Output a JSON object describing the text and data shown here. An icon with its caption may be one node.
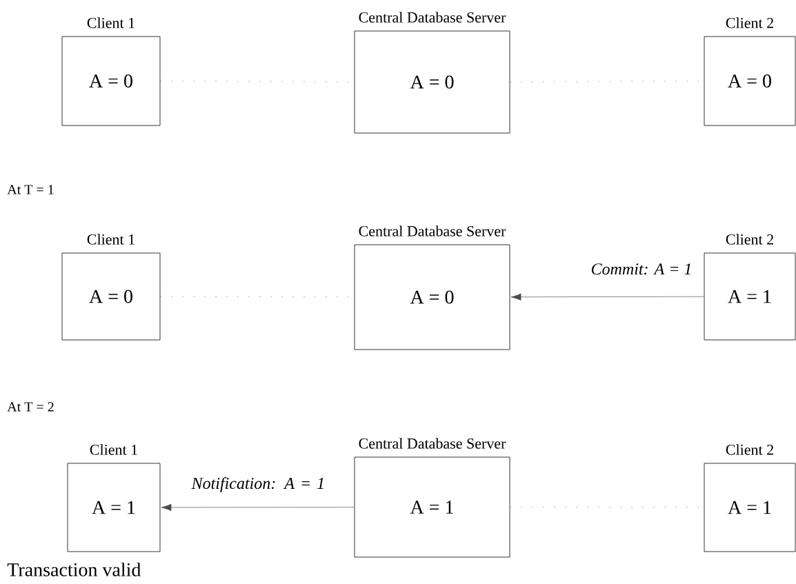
{
  "diagram": {
    "nodes": [
      {
        "text": [
          "Client 1",
          "A = 0"
        ]
      },
      {
        "text": [
          "Central Database Server",
          "A = 0"
        ]
      },
      {
        "text": [
          "Client 2",
          "A = 0"
        ]
      },
      {
        "text": [
          "Client 1",
          "A = 0"
        ]
      },
      {
        "text": [
          "Central Database Server",
          "A = 0"
        ]
      },
      {
        "text": [
          "Client 2",
          "A = 1"
        ]
      },
      {
        "text": [
          "Client 1",
          "A = 1"
        ]
      },
      {
        "text": [
          "Central Database Server",
          "A = 1"
        ]
      },
      {
        "text": [
          "Client 2",
          "A = 1"
        ]
      }
    ],
    "edges": [
      {
        "from": 0,
        "to": 1,
        "arrow": "none",
        "style": "dashed"
      },
      {
        "from": 1,
        "to": 2,
        "arrow": "none",
        "style": "dashed"
      },
      {
        "from": 3,
        "to": 4,
        "arrow": "none",
        "style": "dashed"
      },
      {
        "from": 5,
        "to": 4,
        "arrow": "to",
        "label": "Commit: A = 1"
      },
      {
        "from": 7,
        "to": 6,
        "arrow": "to",
        "label": "Notification: A = 1"
      },
      {
        "from": 7,
        "to": 8,
        "arrow": "none",
        "style": "dashed"
      }
    ],
    "labels": [
      "At T = 1",
      "At T = 2",
      "Transaction valid"
    ]
  }
}
